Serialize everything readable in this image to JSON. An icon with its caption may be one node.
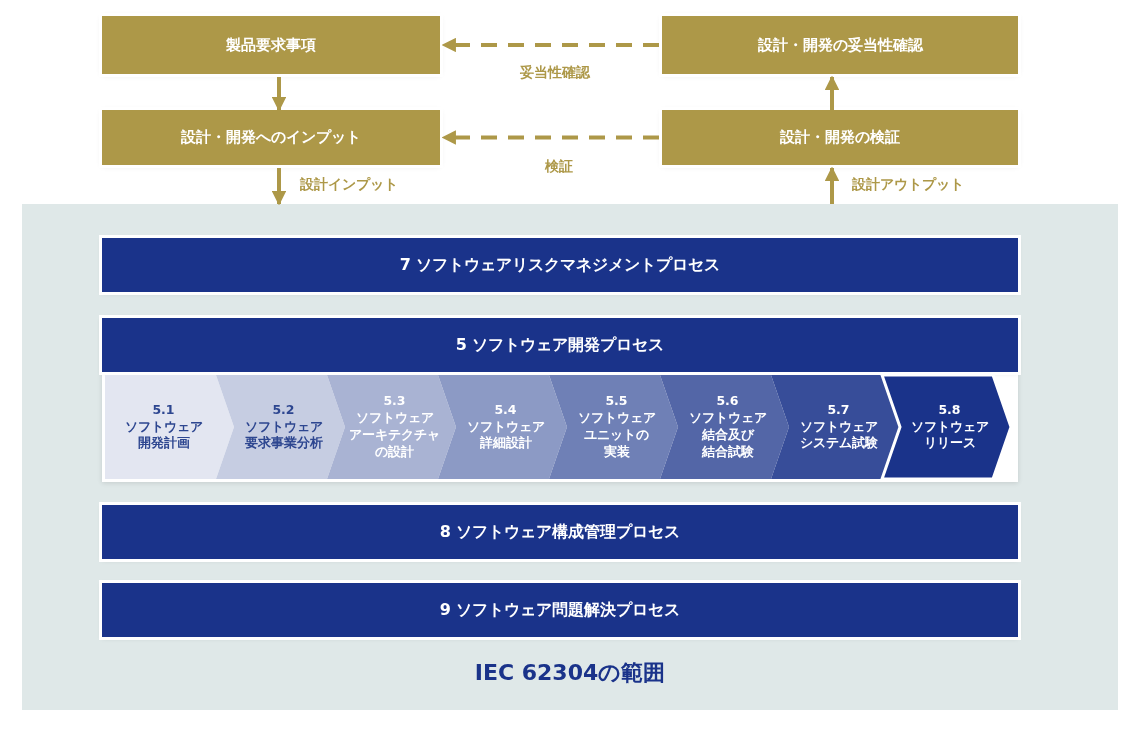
{
  "diagram": {
    "nodes": [
      {
        "text": [
          "製品要求事項"
        ]
      },
      {
        "text": [
          "設計・開発の妥当性確認"
        ]
      },
      {
        "text": [
          "設計・開発へのインプット"
        ]
      },
      {
        "text": [
          "設計・開発の検証"
        ]
      },
      {
        "text": [
          "IEC 62304の範囲"
        ]
      },
      {
        "text": [
          "7 ソフトウェアリスクマネジメントプロセス"
        ],
        "in": 4
      },
      {
        "text": [],
        "shape": "box",
        "in": 4
      },
      {
        "text": [
          "5 ソフトウェア開発プロセス"
        ],
        "in": 6
      },
      {
        "text": [
          "5.1",
          "ソフトウェア",
          "開発計画"
        ],
        "in": 6
      },
      {
        "text": [
          "5.2",
          "ソフトウェア",
          "要求事業分析"
        ],
        "in": 6
      },
      {
        "text": [
          "5.3",
          "ソフトウェア",
          "アーキテクチャの設計"
        ],
        "in": 6
      },
      {
        "text": [
          "5.4",
          "ソフトウェア",
          "詳細設計"
        ],
        "in": 6
      },
      {
        "text": [
          "5.5",
          "ソフトウェア",
          "ユニットの実装"
        ],
        "in": 6
      },
      {
        "text": [
          "5.6",
          "ソフトウェア",
          "結合及び結合試験"
        ],
        "in": 6
      },
      {
        "text": [
          "5.7",
          "ソフトウェア",
          "システム試験"
        ],
        "in": 6
      },
      {
        "text": [
          "5.8",
          "ソフトウェア",
          "リリース"
        ],
        "in": 6
      },
      {
        "text": [
          "8 ソフトウェア構成管理プロセス"
        ],
        "in": 4
      },
      {
        "text": [
          "9 ソフトウェア問題解決プロセス"
        ],
        "in": 4
      }
    ],
    "edges": [
      {
        "from": 0,
        "to": 2,
        "arrow": "to"
      },
      {
        "from": 1,
        "to": 0,
        "arrow": "to",
        "label": "妥当性確認",
        "style": "dashed"
      },
      {
        "from": 3,
        "to": 2,
        "arrow": "to",
        "label": "検証",
        "style": "dashed"
      },
      {
        "from": 3,
        "to": 1,
        "arrow": "to"
      },
      {
        "from": 2,
        "to": 4,
        "arrow": "to",
        "label": "設計インプット"
      },
      {
        "from": 4,
        "to": 3,
        "arrow": "to",
        "label": "設計アウトプット"
      }
    ]
  }
}
